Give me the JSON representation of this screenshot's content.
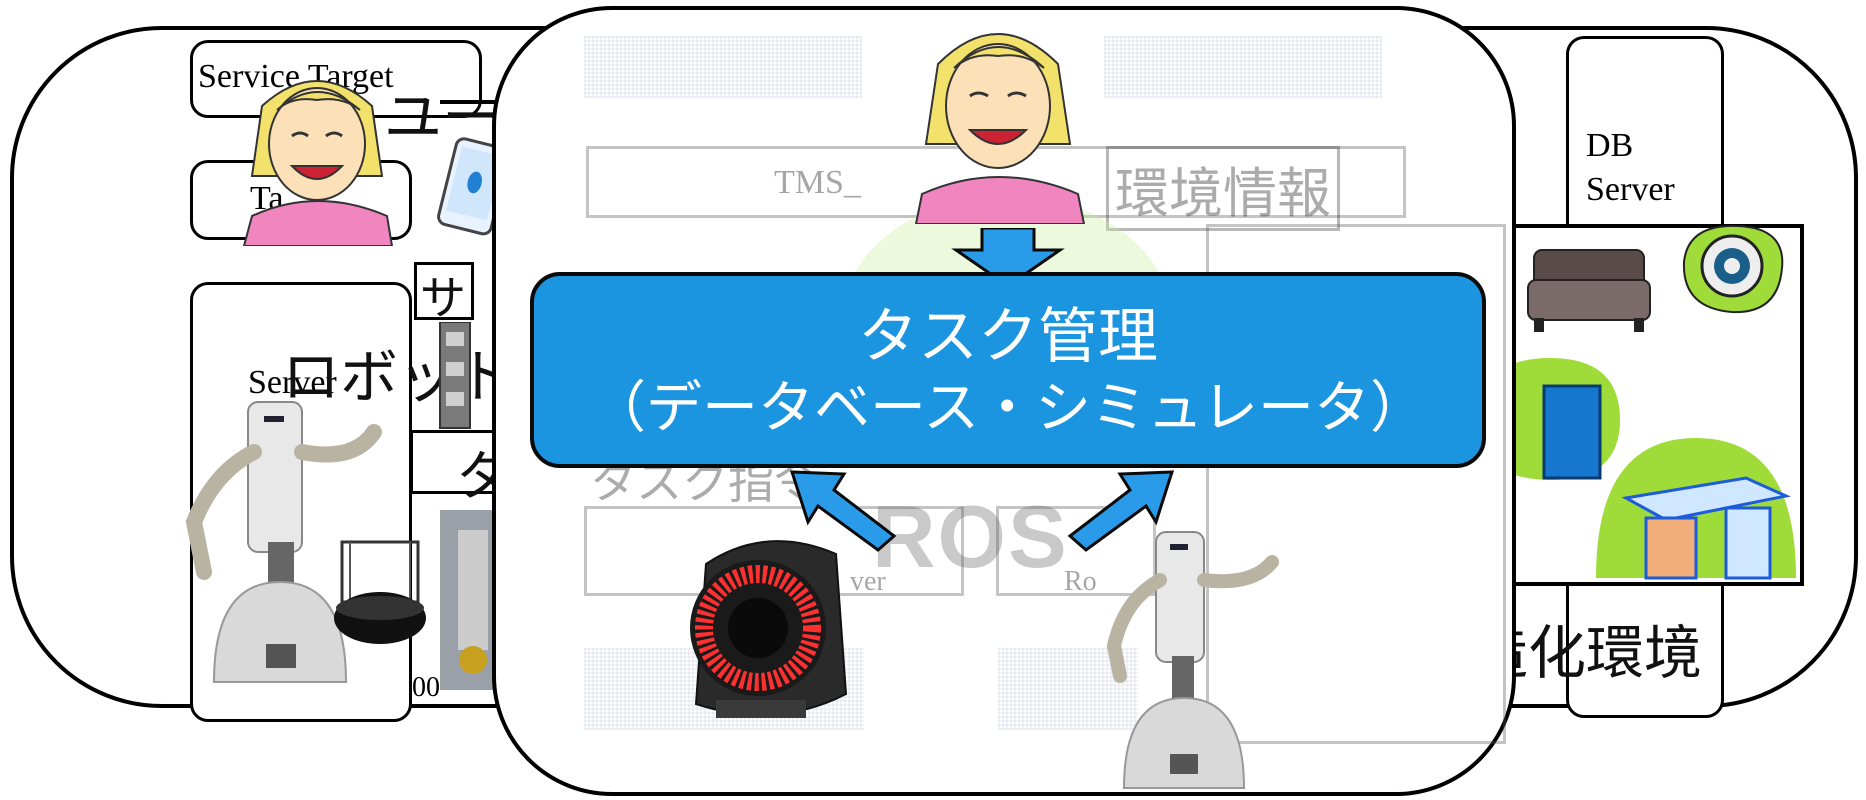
{
  "left_panel": {
    "service_target_label": "Service Target",
    "user_label_jp": "ユーザ",
    "task_box_label": "Ta",
    "service_label_jp": "サ",
    "robot_label_jp": "ロボット",
    "server_label": "Server",
    "task_label_jp": "タス",
    "bottom_fragment": "00"
  },
  "right_panel": {
    "db_server_label": "DB\nServer",
    "environment_label_jp": "情報構造化環境"
  },
  "center": {
    "faint_tms_label": "TMS_",
    "faint_env_info_label": "環境情報",
    "faint_task_directive_label": "タスク指令",
    "faint_ros_label": "ROS",
    "faint_server_label": "ver",
    "faint_ro_label": "Ro",
    "task_banner": {
      "title": "タスク管理",
      "subtitle": "（データベース・シミュレータ）"
    }
  },
  "colors": {
    "banner_fill": "#1b95e0",
    "arrow_fill": "#2a9be8",
    "panel_border": "#000000",
    "skin": "#fbe0b8",
    "hair": "#f2e16a",
    "shirt": "#f085c0",
    "green_blob": "#9fdc3a"
  }
}
